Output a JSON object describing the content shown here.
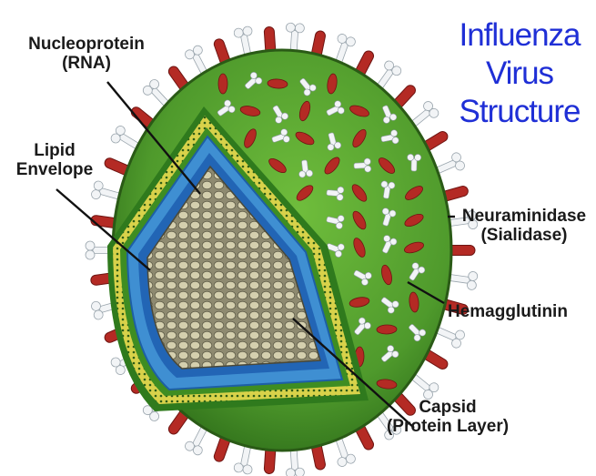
{
  "title": {
    "line1": "Influenza",
    "line2": "Virus",
    "line3": "Structure"
  },
  "labels": {
    "nucleoprotein": {
      "line1": "Nucleoprotein",
      "line2": "(RNA)"
    },
    "lipid_envelope": {
      "line1": "Lipid",
      "line2": "Envelope"
    },
    "neuraminidase": {
      "line1": "Neuraminidase",
      "line2": "(Sialidase)"
    },
    "hemagglutinin": {
      "line1": "Hemagglutinin"
    },
    "capsid": {
      "line1": "Capsid",
      "line2": "(Protein Layer)"
    }
  },
  "colors": {
    "title": "#1f2fd6",
    "envelope_green": "#4f9a2c",
    "hemagglutinin_red": "#b42a24",
    "neuraminidase_white": "#f2f4f6",
    "capsid_blue": "#3f8fd2",
    "lipid_yellow": "#d8d24a",
    "rna_beige": "#ccc6a2"
  }
}
